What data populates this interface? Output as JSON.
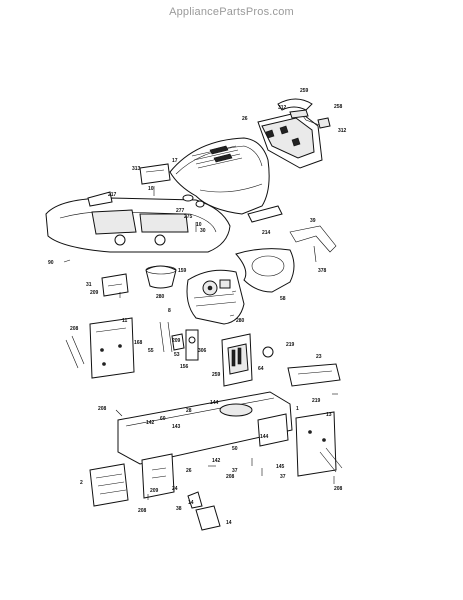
{
  "watermark": "AppliancePartsPros.com",
  "callouts": {
    "c259": "259",
    "c312a": "312",
    "c26": "26",
    "c258": "258",
    "c312b": "312",
    "c17": "17",
    "c313": "313",
    "c217": "217",
    "c10a": "10",
    "c277": "277",
    "c275": "275",
    "c10b": "10",
    "c30": "30",
    "c214": "214",
    "c39": "39",
    "c90": "90",
    "c159": "159",
    "c378": "378",
    "c31": "31",
    "c209a": "209",
    "c280a": "280",
    "c58": "58",
    "c8": "8",
    "c280b": "280",
    "c208a": "208",
    "c11": "11",
    "c168": "168",
    "c55": "55",
    "c209b": "209",
    "c306": "306",
    "c53": "53",
    "c156": "156",
    "c219a": "219",
    "c64": "64",
    "c23": "23",
    "c259b": "259",
    "c219b": "219",
    "c144a": "144",
    "c1": "1",
    "c13": "13",
    "c28": "28",
    "c208b": "208",
    "c60": "60",
    "c142a": "142",
    "c143": "143",
    "c144b": "144",
    "c50": "50",
    "c142b": "142",
    "c37a": "37",
    "c145": "145",
    "c37b": "37",
    "c26b": "26",
    "c208c": "208",
    "c24": "24",
    "c2": "2",
    "c209c": "209",
    "c208d": "208",
    "c14a": "14",
    "c14b": "14",
    "c38": "38",
    "c208e": "208"
  }
}
